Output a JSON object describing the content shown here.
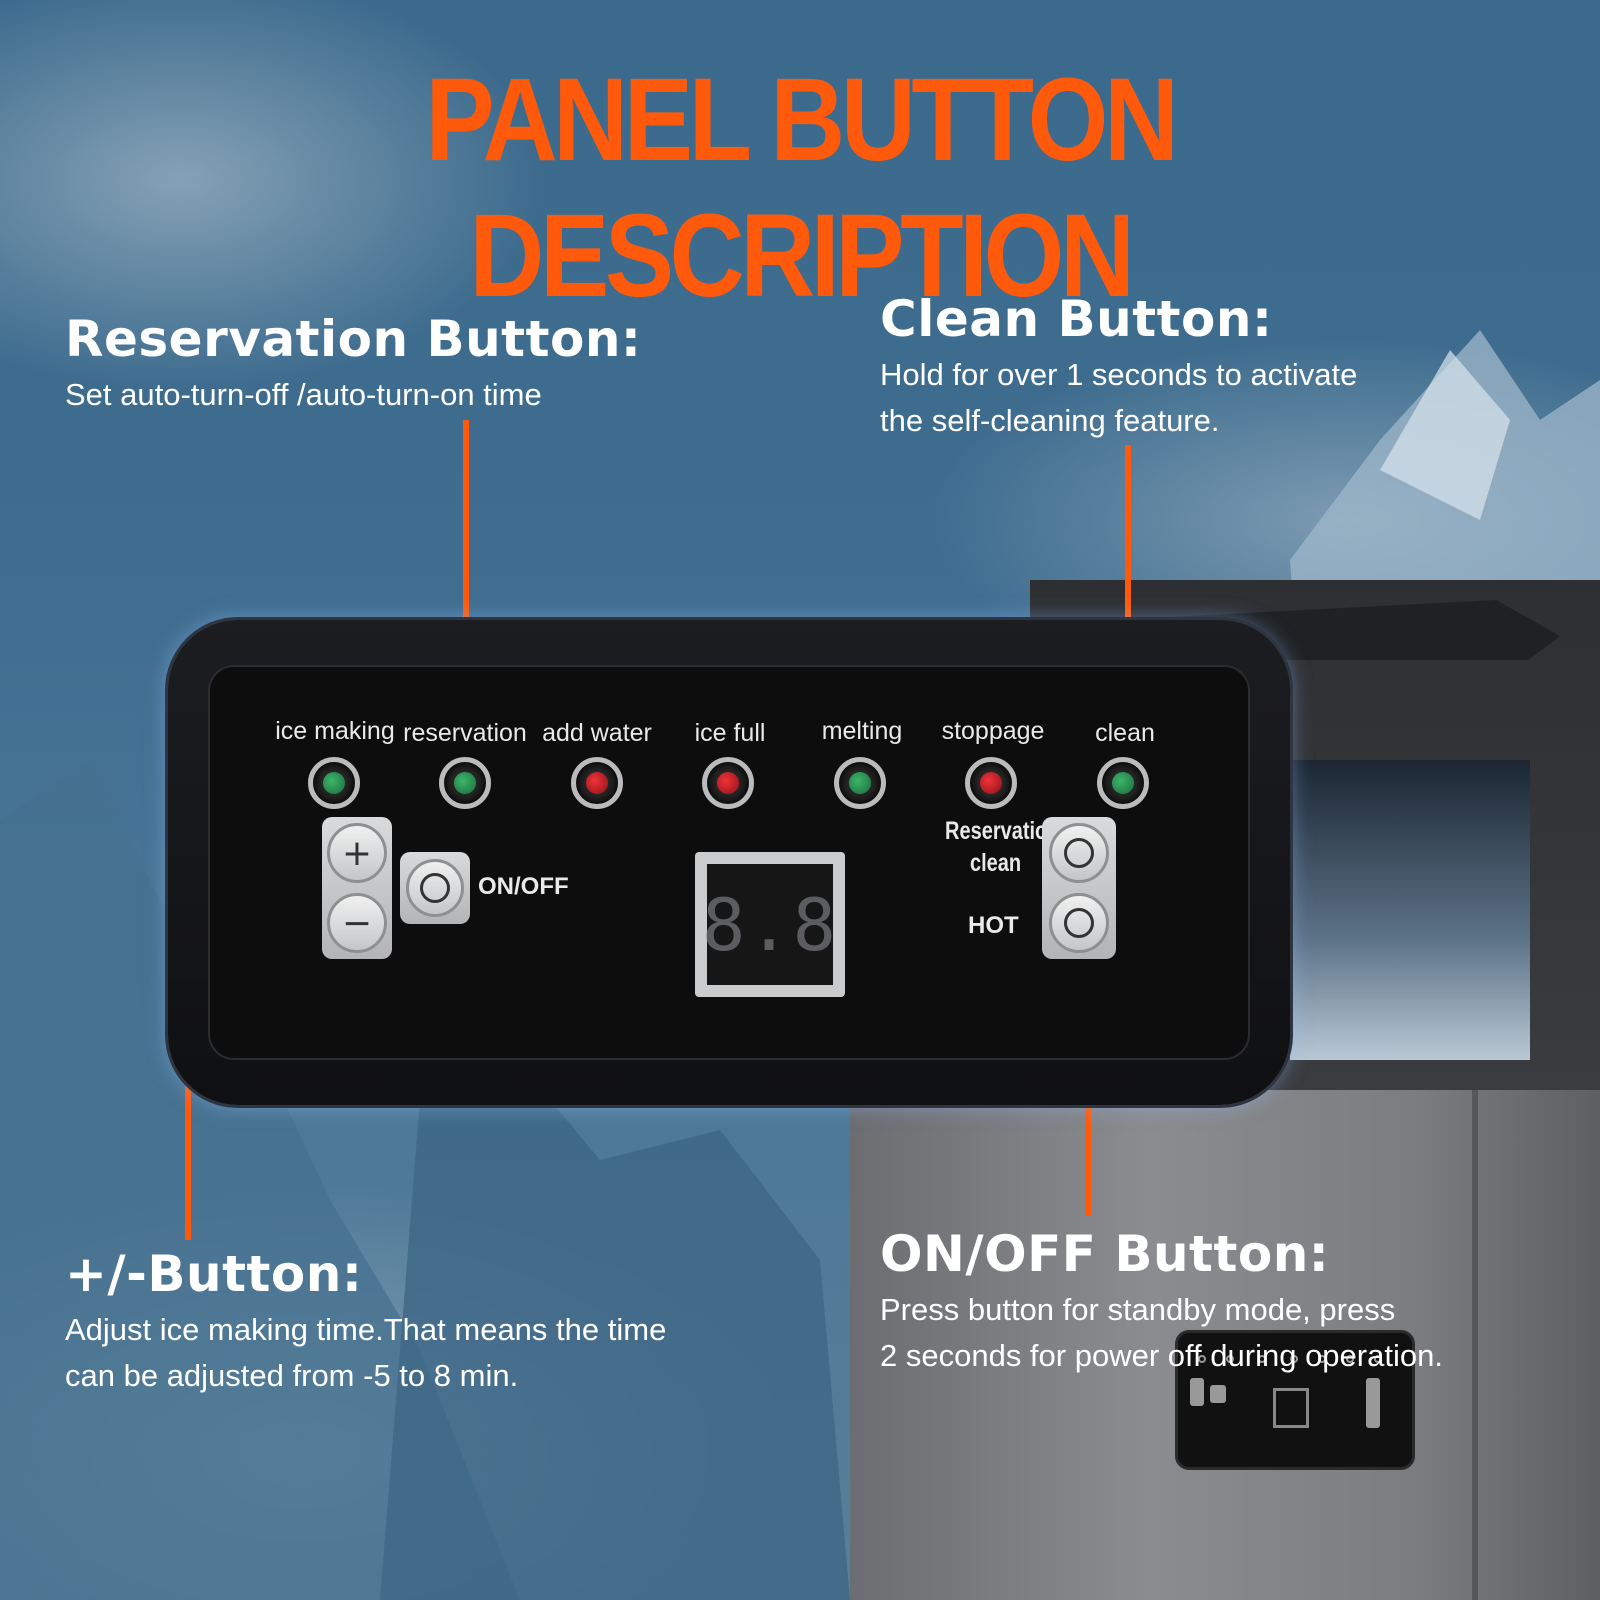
{
  "title": "PANEL BUTTON DESCRIPTION",
  "accent_color": "#ff5a0c",
  "callouts": {
    "reservation": {
      "heading": "Reservation Button:",
      "text": "Set auto-turn-off /auto-turn-on time"
    },
    "clean": {
      "heading": "Clean Button:",
      "line1": "Hold for over 1 seconds to activate",
      "line2": "the self-cleaning feature."
    },
    "plus_minus": {
      "heading": "+/-Button:",
      "line1": "Adjust ice making time.That means the time",
      "line2": "can be adjusted from -5 to 8 min."
    },
    "onoff": {
      "heading": "ON/OFF Button:",
      "line1": "Press button for standby mode, press",
      "line2": "2 seconds for power off during operation."
    }
  },
  "panel": {
    "indicators": [
      {
        "label": "ice making",
        "color": "green"
      },
      {
        "label": "reservation",
        "color": "green"
      },
      {
        "label": "add water",
        "color": "red"
      },
      {
        "label": "ice full",
        "color": "red"
      },
      {
        "label": "melting",
        "color": "green"
      },
      {
        "label": "stoppage",
        "color": "red"
      },
      {
        "label": "clean",
        "color": "green"
      }
    ],
    "plus_symbol": "+",
    "minus_symbol": "−",
    "onoff_label": "ON/OFF",
    "reservation_clean_label_1": "Reservation/",
    "reservation_clean_label_2": "clean",
    "hot_label": "HOT",
    "display_value": "8.8"
  }
}
